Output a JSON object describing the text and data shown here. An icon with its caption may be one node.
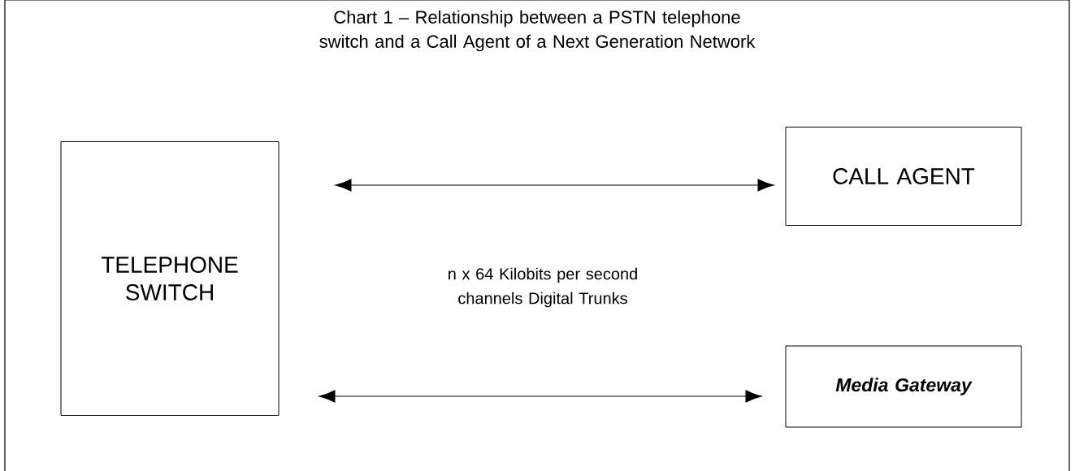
{
  "diagram": {
    "title": "Chart 1 – Relationship between a PSTN telephone switch and a Call Agent of a Next Generation Network",
    "nodes": [
      {
        "text": [
          "TELEPHONE SWITCH"
        ]
      },
      {
        "text": [
          "CALL AGENT"
        ]
      },
      {
        "text": [
          "Media Gateway"
        ]
      }
    ],
    "edges": [
      {
        "from": 0,
        "to": 1,
        "arrow": "both"
      },
      {
        "from": 0,
        "to": 2,
        "arrow": "both"
      }
    ],
    "labels": [
      "n x 64 Kilobits per second channels Digital Trunks"
    ]
  }
}
